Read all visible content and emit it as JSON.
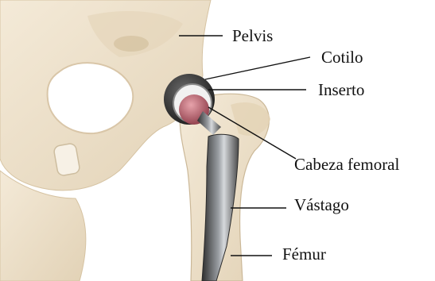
{
  "labels": {
    "pelvis": "Pelvis",
    "cotilo": "Cotilo",
    "inserto": "Inserto",
    "cabeza": "Cabeza femoral",
    "vastago": "Vástago",
    "femur": "Fémur"
  },
  "colors": {
    "bone": "#eee2cd",
    "bone_shadow": "#d9c6a8",
    "metal_dark": "#3a3a3a",
    "metal_light": "#c9ccd0",
    "head": "#b85c6a",
    "leader": "#111111"
  }
}
